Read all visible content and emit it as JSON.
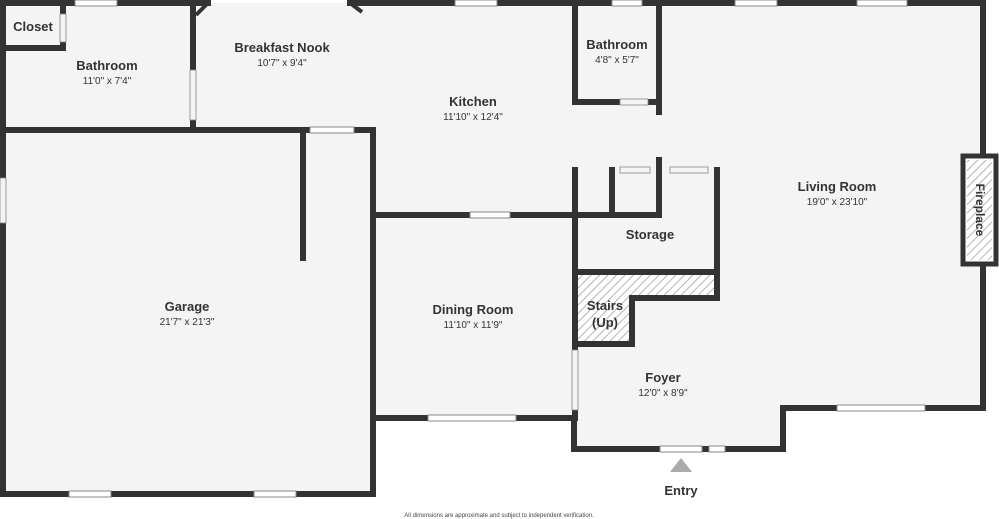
{
  "rooms": {
    "closet": {
      "name": "Closet"
    },
    "bathroom1": {
      "name": "Bathroom",
      "dims": "11'0\" x 7'4\""
    },
    "breakfast": {
      "name": "Breakfast Nook",
      "dims": "10'7\" x 9'4\""
    },
    "bathroom2": {
      "name": "Bathroom",
      "dims": "4'8\" x 5'7\""
    },
    "kitchen": {
      "name": "Kitchen",
      "dims": "11'10\" x 12'4\""
    },
    "living": {
      "name": "Living Room",
      "dims": "19'0\" x 23'10\""
    },
    "storage": {
      "name": "Storage"
    },
    "garage": {
      "name": "Garage",
      "dims": "21'7\" x 21'3\""
    },
    "dining": {
      "name": "Dining Room",
      "dims": "11'10\" x 11'9\""
    },
    "stairs": {
      "name_line1": "Stairs",
      "name_line2": "(Up)"
    },
    "foyer": {
      "name": "Foyer",
      "dims": "12'0\" x 8'9\""
    }
  },
  "fireplace": {
    "label": "Fireplace"
  },
  "entry": {
    "label": "Entry"
  },
  "disclaimer": "All dimensions are approximate and subject to independent verification.",
  "colors": {
    "wall": "#333333",
    "floor": "#f4f4f4",
    "window": "#ffffff",
    "hatch": "#999999",
    "entry_arrow": "#aaaaaa"
  }
}
